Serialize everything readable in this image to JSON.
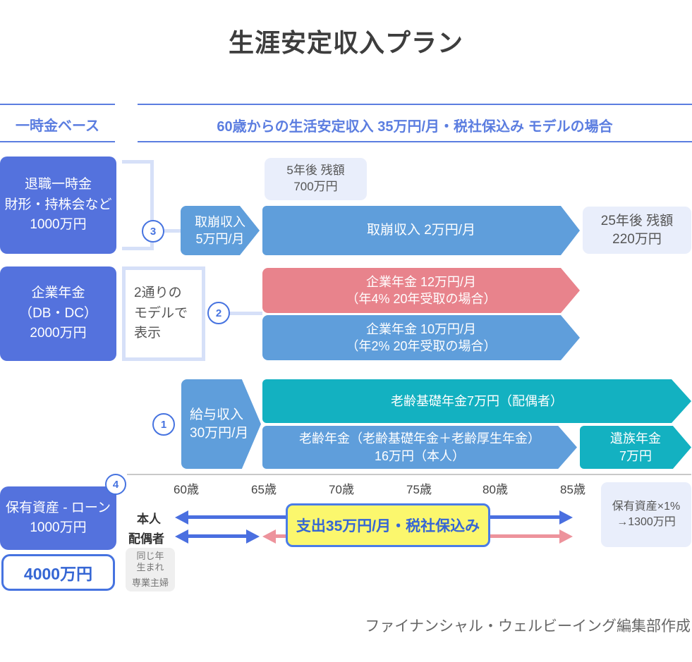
{
  "title": "生涯安定収入プラン",
  "header": {
    "left_label": "一時金ベース",
    "main_label": "60歳からの生活安定収入 35万円/月・税社保込み モデルの場合"
  },
  "sections": {
    "retirement": {
      "badge": "3",
      "source_box": [
        "退職一時金",
        "財形・持株会など",
        "1000万円"
      ],
      "small_arrow": [
        "取崩収入",
        "5万円/月"
      ],
      "note_5yr": [
        "5年後 残額",
        "700万円"
      ],
      "main_arrow": "取崩収入 2万円/月",
      "note_25yr": [
        "25年後 残額",
        "220万円"
      ]
    },
    "corporate": {
      "badge": "2",
      "source_box": [
        "企業年金",
        "（DB・DC）",
        "2000万円"
      ],
      "model_note": [
        "2通りの",
        "モデルで",
        "表示"
      ],
      "arrow_4pct": [
        "企業年金 12万円/月",
        "（年4% 20年受取の場合）"
      ],
      "arrow_2pct": [
        "企業年金 10万円/月",
        "（年2% 20年受取の場合）"
      ]
    },
    "pension": {
      "badge": "1",
      "salary_arrow": [
        "給与収入",
        "30万円/月"
      ],
      "spouse_arrow": "老齢基礎年金7万円（配偶者）",
      "self_arrow": [
        "老齢年金（老齢基礎年金＋老齢厚生年金）",
        "16万円（本人）"
      ],
      "survivor_arrow": [
        "遺族年金",
        "7万円"
      ]
    },
    "assets": {
      "badge": "4",
      "source_box": [
        "保有資産 - ローン",
        "1000万円"
      ],
      "total_box": "4000万円",
      "person_label": "本人",
      "spouse_label": "配偶者",
      "spouse_note": [
        "同じ年",
        "生まれ",
        "専業主婦"
      ],
      "spending_box": "支出35万円/月・税社保込み",
      "asset_note": [
        "保有資産×1%",
        "→1300万円"
      ]
    }
  },
  "timeline": {
    "ages": [
      "60歳",
      "65歳",
      "70歳",
      "75歳",
      "80歳",
      "85歳"
    ]
  },
  "credit": "ファイナンシャル・ウェルビーイング編集部作成",
  "colors": {
    "source_box_blue": "#5472dd",
    "header_blue": "#5b7de0",
    "arrow_blue": "#5f9edb",
    "arrow_teal": "#13b1c1",
    "arrow_pink": "#e8838c",
    "bracket_lavender": "#d6e0f8",
    "note_lavender": "#e9eefb",
    "spend_yellow": "#fbf76d",
    "accent_text_blue": "#3566d4",
    "timeline_arrow_blue": "#4a6fe0",
    "timeline_arrow_pink": "#ed939c"
  }
}
